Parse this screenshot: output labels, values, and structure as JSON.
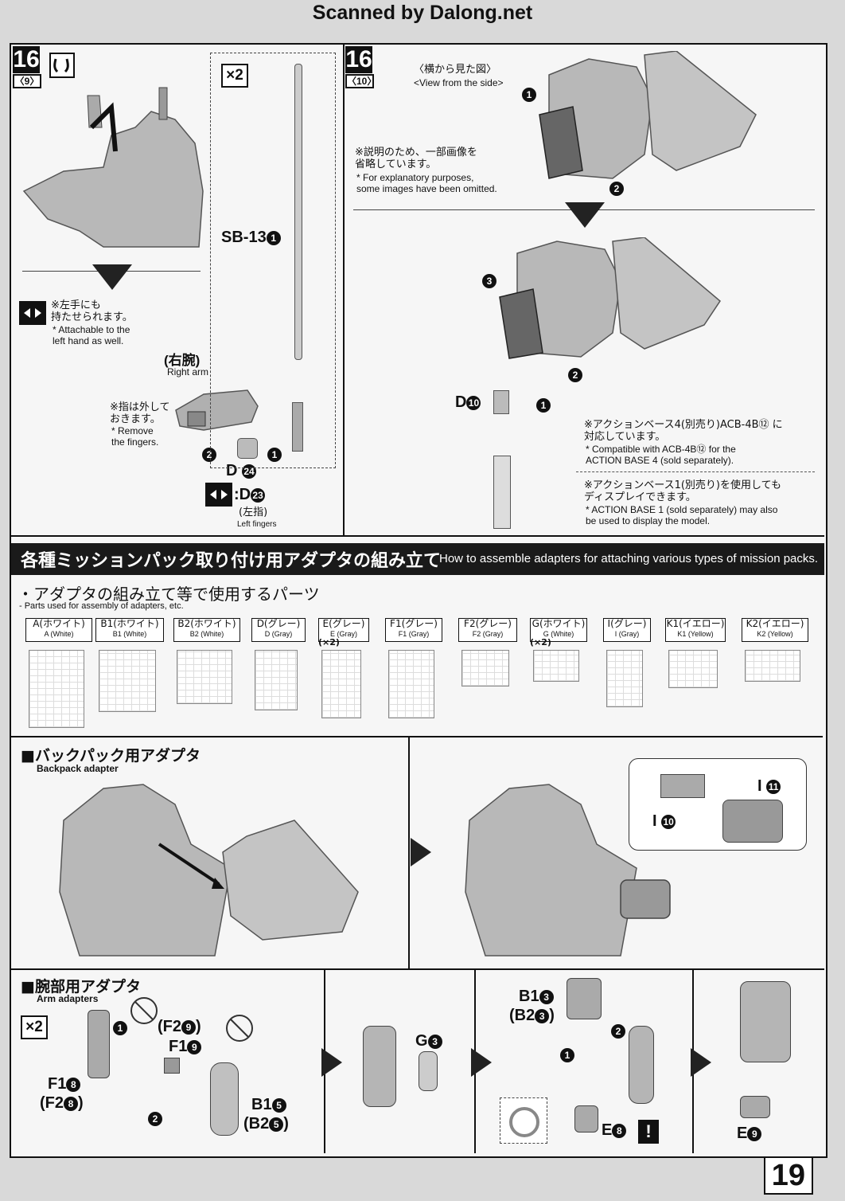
{
  "header_scan": "Scanned by Dalong.net",
  "page_number": "19",
  "step16_left": {
    "step": "16",
    "sub": "〈9〉",
    "note_jp": "※左手にも\n持たせられます。",
    "note_en": "* Attachable to the\nleft hand as well.",
    "right_arm_jp": "(右腕)",
    "right_arm_en": "Right arm",
    "fingers_jp": "※指は外して\nおきます。",
    "fingers_en": "* Remove\nthe fingers.",
    "x2": "×2",
    "sb13": "SB-13",
    "sb13_num": "1",
    "d24": "D",
    "d24_num": "24",
    "d23": ":D",
    "d23_num": "23",
    "left_fingers_jp": "(左指)",
    "left_fingers_en": "Left fingers",
    "n1": "1",
    "n2": "2"
  },
  "step16_right": {
    "step": "16",
    "sub": "〈10〉",
    "view_jp": "〈横から見た図〉",
    "view_en": "<View from the side>",
    "omit_jp": "※説明のため、一部画像を\n省略しています。",
    "omit_en": "* For explanatory purposes,\nsome images have been omitted.",
    "d10": "D",
    "d10_num": "10",
    "ab4_jp": "※アクションベース4(別売り)ACB-4B⑫ に\n対応しています。",
    "ab4_en": "* Compatible with ACB-4B⑫ for the\nACTION BASE 4 (sold separately).",
    "ab1_jp": "※アクションベース1(別売り)を使用しても\nディスプレイできます。",
    "ab1_en": "* ACTION BASE 1 (sold separately) may also\nbe used to display the model.",
    "n1": "1",
    "n2": "2",
    "n3": "3"
  },
  "adapter_header": {
    "jp": "各種ミッションパック取り付け用アダプタの組み立て",
    "en": "How to assemble adapters for attaching various types of mission packs."
  },
  "parts_section": {
    "title_jp": "・アダプタの組み立て等で使用するパーツ",
    "title_en": "- Parts used for assembly of adapters, etc.",
    "parts": [
      {
        "jp": "A(ホワイト)",
        "en": "A (White)",
        "mult": ""
      },
      {
        "jp": "B1(ホワイト)",
        "en": "B1 (White)",
        "mult": ""
      },
      {
        "jp": "B2(ホワイト)",
        "en": "B2 (White)",
        "mult": ""
      },
      {
        "jp": "D(グレー)",
        "en": "D (Gray)",
        "mult": ""
      },
      {
        "jp": "E(グレー)",
        "en": "E (Gray)",
        "mult": "(×2)"
      },
      {
        "jp": "F1(グレー)",
        "en": "F1 (Gray)",
        "mult": ""
      },
      {
        "jp": "F2(グレー)",
        "en": "F2 (Gray)",
        "mult": ""
      },
      {
        "jp": "G(ホワイト)",
        "en": "G (White)",
        "mult": "(×2)"
      },
      {
        "jp": "I(グレー)",
        "en": "I (Gray)",
        "mult": ""
      },
      {
        "jp": "K1(イエロー)",
        "en": "K1 (Yellow)",
        "mult": ""
      },
      {
        "jp": "K2(イエロー)",
        "en": "K2 (Yellow)",
        "mult": ""
      }
    ]
  },
  "backpack": {
    "title_jp": "■バックパック用アダプタ",
    "title_en": "Backpack adapter",
    "i11": "I",
    "i11_num": "11",
    "i10": "I",
    "i10_num": "10"
  },
  "arm": {
    "title_jp": "■腕部用アダプタ",
    "title_en": "Arm adapters",
    "x2": "×2",
    "f29": "(F2",
    "f29_num": "9",
    "f29_close": ")",
    "f19": "F1",
    "f19_num": "9",
    "f18": "F1",
    "f18_num": "8",
    "f28": "(F2",
    "f28_num": "8",
    "f28_close": ")",
    "b15": "B1",
    "b15_num": "5",
    "b25": "(B2",
    "b25_num": "5",
    "b25_close": ")",
    "g3": "G",
    "g3_num": "3",
    "b13": "B1",
    "b13_num": "3",
    "b23": "(B2",
    "b23_num": "3",
    "b23_close": ")",
    "e8": "E",
    "e8_num": "8",
    "e9": "E",
    "e9_num": "9",
    "warn": "!",
    "n1": "1",
    "n2": "2"
  }
}
